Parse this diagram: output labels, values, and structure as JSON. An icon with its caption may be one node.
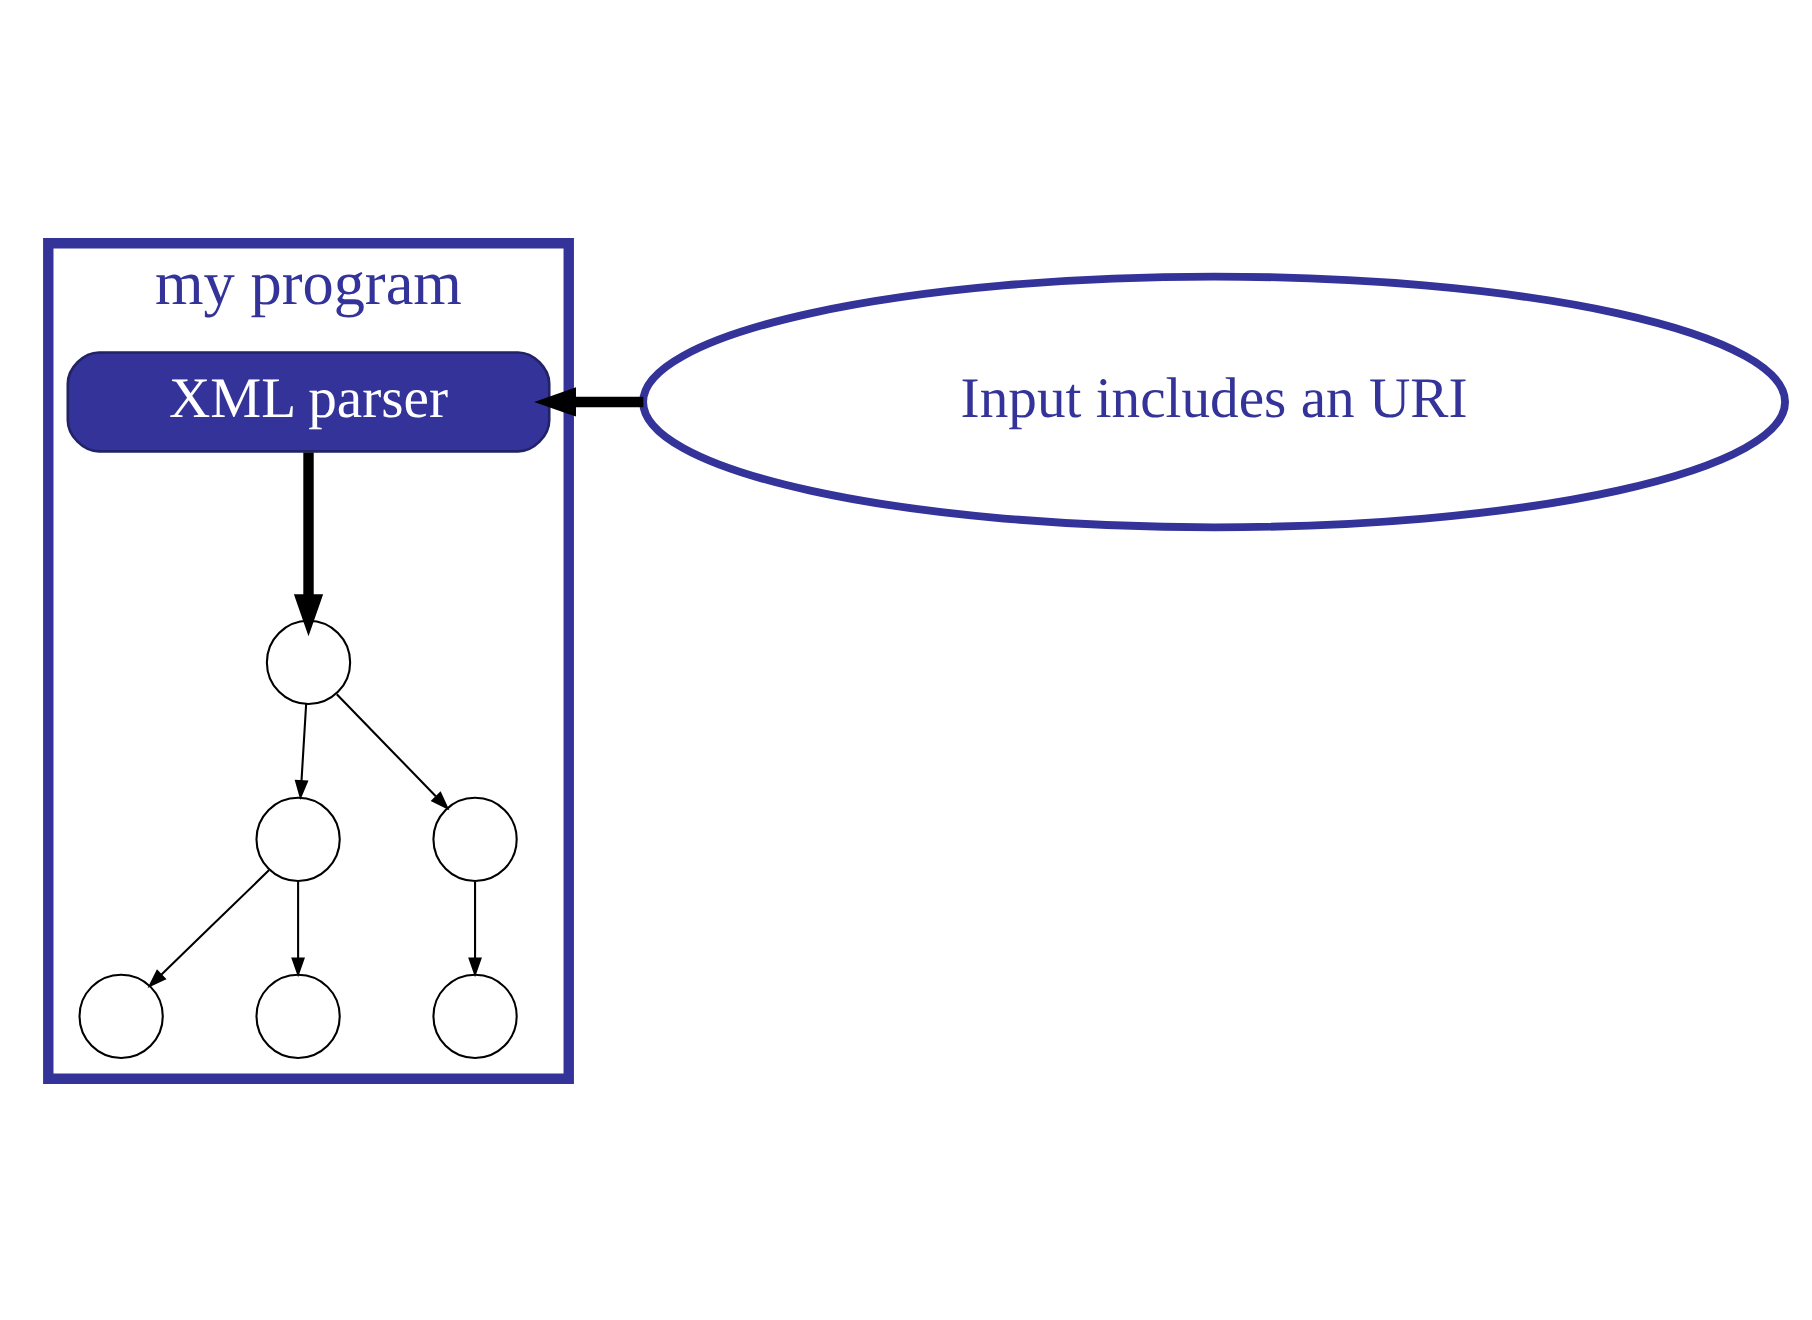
{
  "diagram": {
    "nodes": [
      {
        "text": [
          "my program"
        ]
      },
      {
        "text": [
          "Input includes an URI"
        ]
      },
      {
        "text": [
          "XML parser"
        ],
        "in": 0
      },
      {
        "text": [],
        "shape": "circle",
        "in": 0
      },
      {
        "text": [],
        "shape": "circle",
        "in": 0
      },
      {
        "text": [],
        "shape": "circle",
        "in": 0
      },
      {
        "text": [],
        "shape": "circle",
        "in": 0
      },
      {
        "text": [],
        "shape": "circle",
        "in": 0
      },
      {
        "text": [],
        "shape": "circle",
        "in": 0
      }
    ],
    "edges": [
      {
        "from": 1,
        "to": 2,
        "arrow": "to",
        "style": "thick"
      },
      {
        "from": 2,
        "to": 3,
        "arrow": "to",
        "style": "thick"
      },
      {
        "from": 3,
        "to": 4,
        "arrow": "to"
      },
      {
        "from": 3,
        "to": 5,
        "arrow": "to"
      },
      {
        "from": 4,
        "to": 6,
        "arrow": "to"
      },
      {
        "from": 4,
        "to": 7,
        "arrow": "to"
      },
      {
        "from": 5,
        "to": 8,
        "arrow": "to"
      }
    ]
  }
}
